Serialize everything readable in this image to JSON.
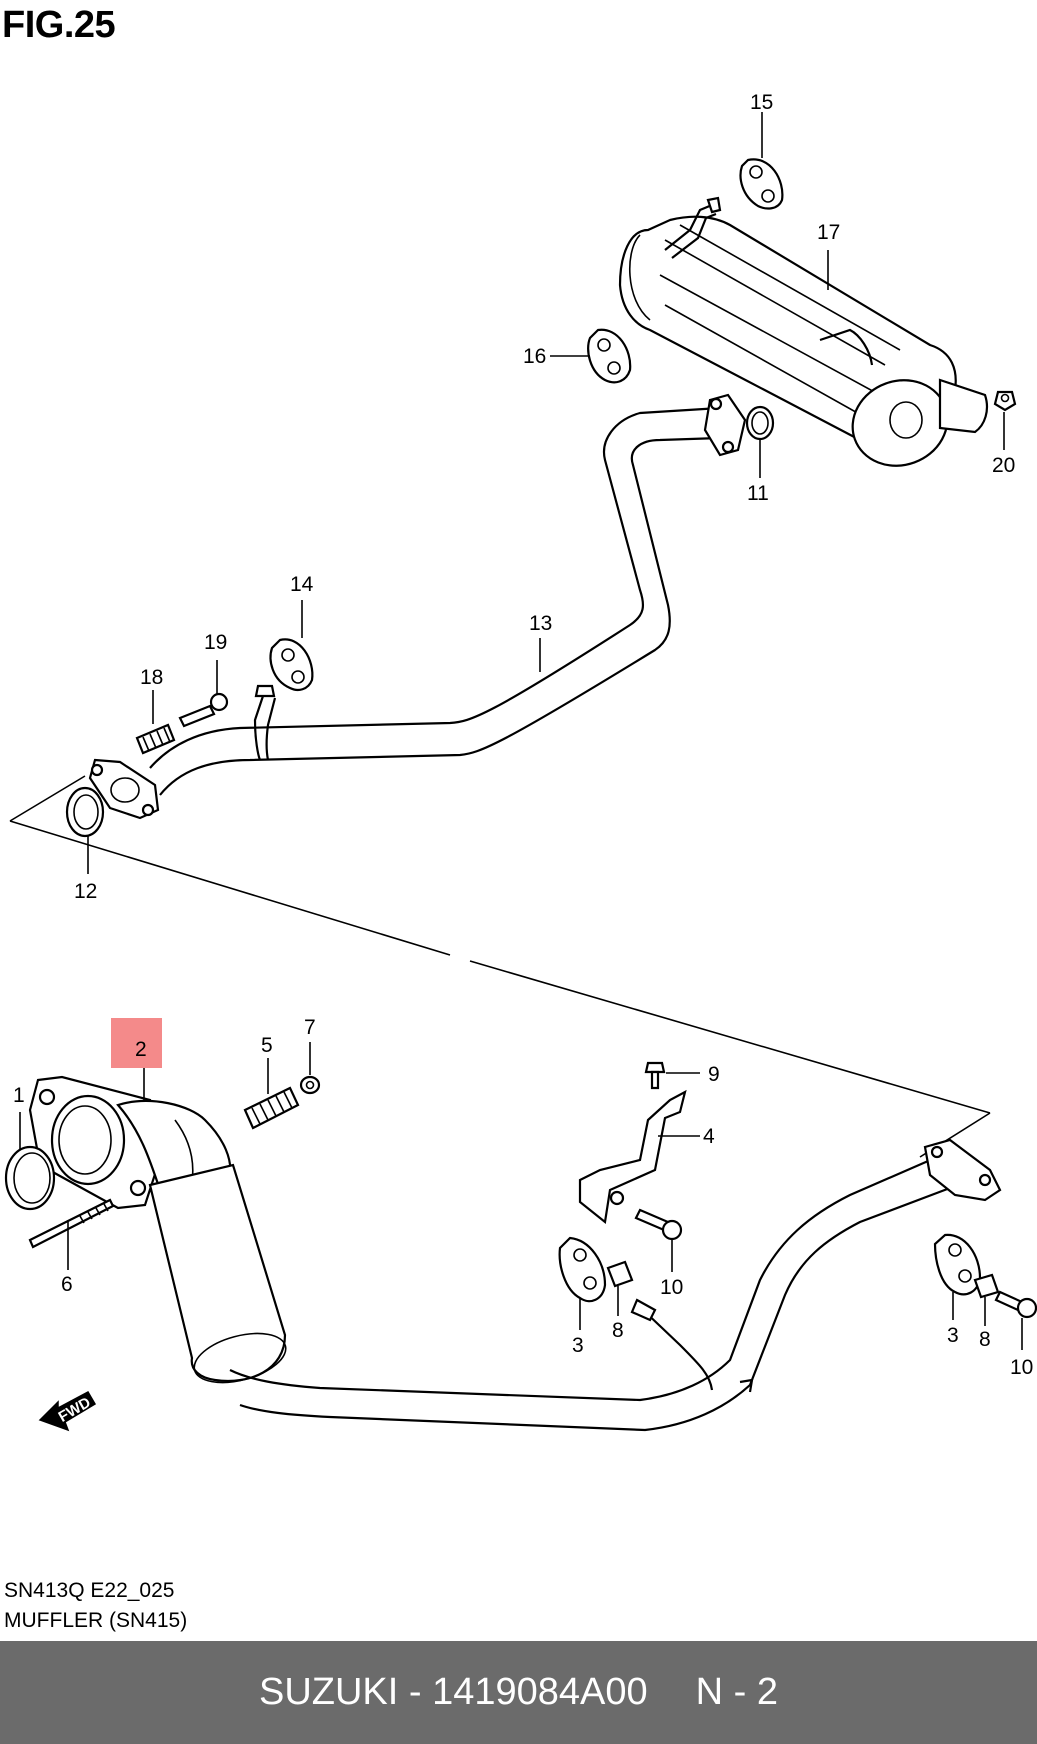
{
  "figure": {
    "title": "FIG.25"
  },
  "callouts": {
    "c1": "1",
    "c2": "2",
    "c3a": "3",
    "c3b": "3",
    "c4": "4",
    "c5": "5",
    "c6": "6",
    "c7": "7",
    "c8a": "8",
    "c8b": "8",
    "c9": "9",
    "c10a": "10",
    "c10b": "10",
    "c11": "11",
    "c12": "12",
    "c13": "13",
    "c14": "14",
    "c15": "15",
    "c16": "16",
    "c17": "17",
    "c18": "18",
    "c19": "19",
    "c20": "20"
  },
  "fwd_label": "FWD",
  "highlight": {
    "part": "2",
    "color": "#f48a8a"
  },
  "caption": {
    "code": "SN413Q E22_025",
    "name": "MUFFLER (SN415)"
  },
  "footer": {
    "brand_part": "SUZUKI - 1419084A00",
    "page": "N - 2",
    "bg_color": "#6b6b6b"
  }
}
